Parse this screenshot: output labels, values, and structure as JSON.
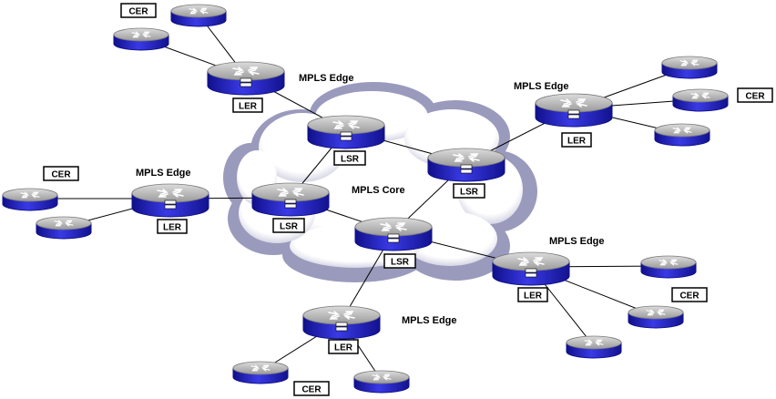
{
  "colors": {
    "router_body": "#2a2ad0",
    "router_body_dark": "#10108a",
    "router_top": "#a8a8a8",
    "router_top_light": "#d8d8d8",
    "cloud_fill": "#ffffff",
    "cloud_shade": "#8f8fb3",
    "link": "#000000",
    "background": "#ffffff"
  },
  "labels": {
    "mpls_edge": "MPLS Edge",
    "mpls_core": "MPLS Core",
    "ler": "LER",
    "lsr": "LSR",
    "cer": "CER"
  },
  "edge_labels": [
    "MPLS Edge",
    "MPLS Edge",
    "MPLS Edge",
    "MPLS Edge",
    "MPLS Edge"
  ],
  "core_label": "MPLS Core",
  "ler_tags": [
    "LER",
    "LER",
    "LER",
    "LER",
    "LER"
  ],
  "lsr_tags": [
    "LSR",
    "LSR",
    "LSR",
    "LSR"
  ],
  "cer_tags": [
    "CER",
    "CER",
    "CER",
    "CER",
    "CER"
  ],
  "icons": {
    "router": "router-icon",
    "small_router": "router-icon",
    "cloud": "cloud-icon"
  }
}
